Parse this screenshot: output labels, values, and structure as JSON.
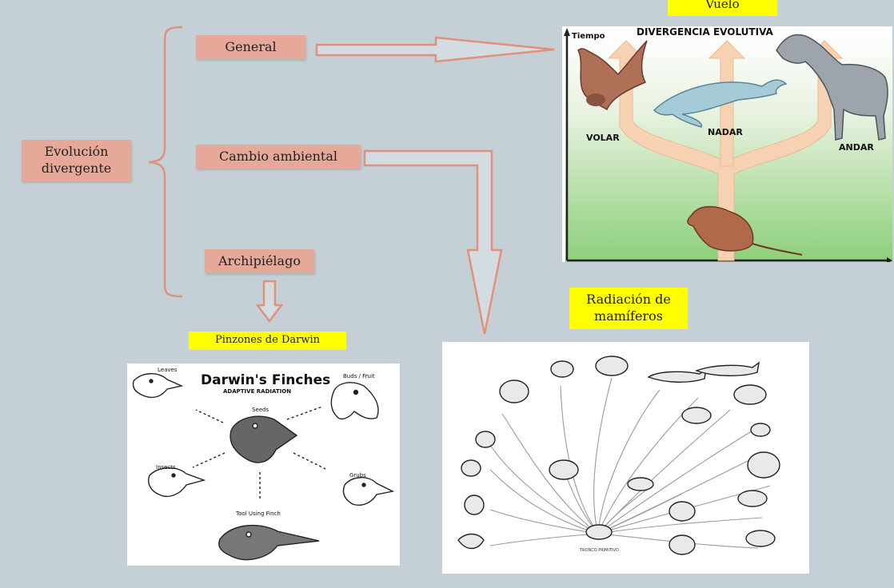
{
  "root": {
    "line1": "Evolución",
    "line2": "divergente"
  },
  "branches": {
    "general": "General",
    "cambio": "Cambio ambiental",
    "archipielago": "Archipiélago"
  },
  "labels": {
    "vuelo": "Vuelo",
    "radiacion_line1": "Radiación de",
    "radiacion_line2": "mamíferos",
    "pinzones": "Pinzones de Darwin"
  },
  "divergence": {
    "axis_label": "Tiempo",
    "title": "DIVERGENCIA EVOLUTIVA",
    "volar": "VOLAR",
    "nadar": "NADAR",
    "andar": "ANDAR"
  },
  "finches": {
    "title": "Darwin's Finches",
    "subtitle": "ADAPTIVE RADIATION",
    "leaves": "Leaves",
    "buds": "Buds / Fruit",
    "seeds": "Seeds",
    "insects": "Insects",
    "grubs": "Grubs",
    "tool": "Tool Using Finch"
  },
  "mammals": {
    "center": "TRONCO PRIMITIVO"
  },
  "colors": {
    "background": "#c5d0d6",
    "box_fill": "#e6a898",
    "arrow_stroke": "#e0917e",
    "highlight": "#ffff00"
  }
}
